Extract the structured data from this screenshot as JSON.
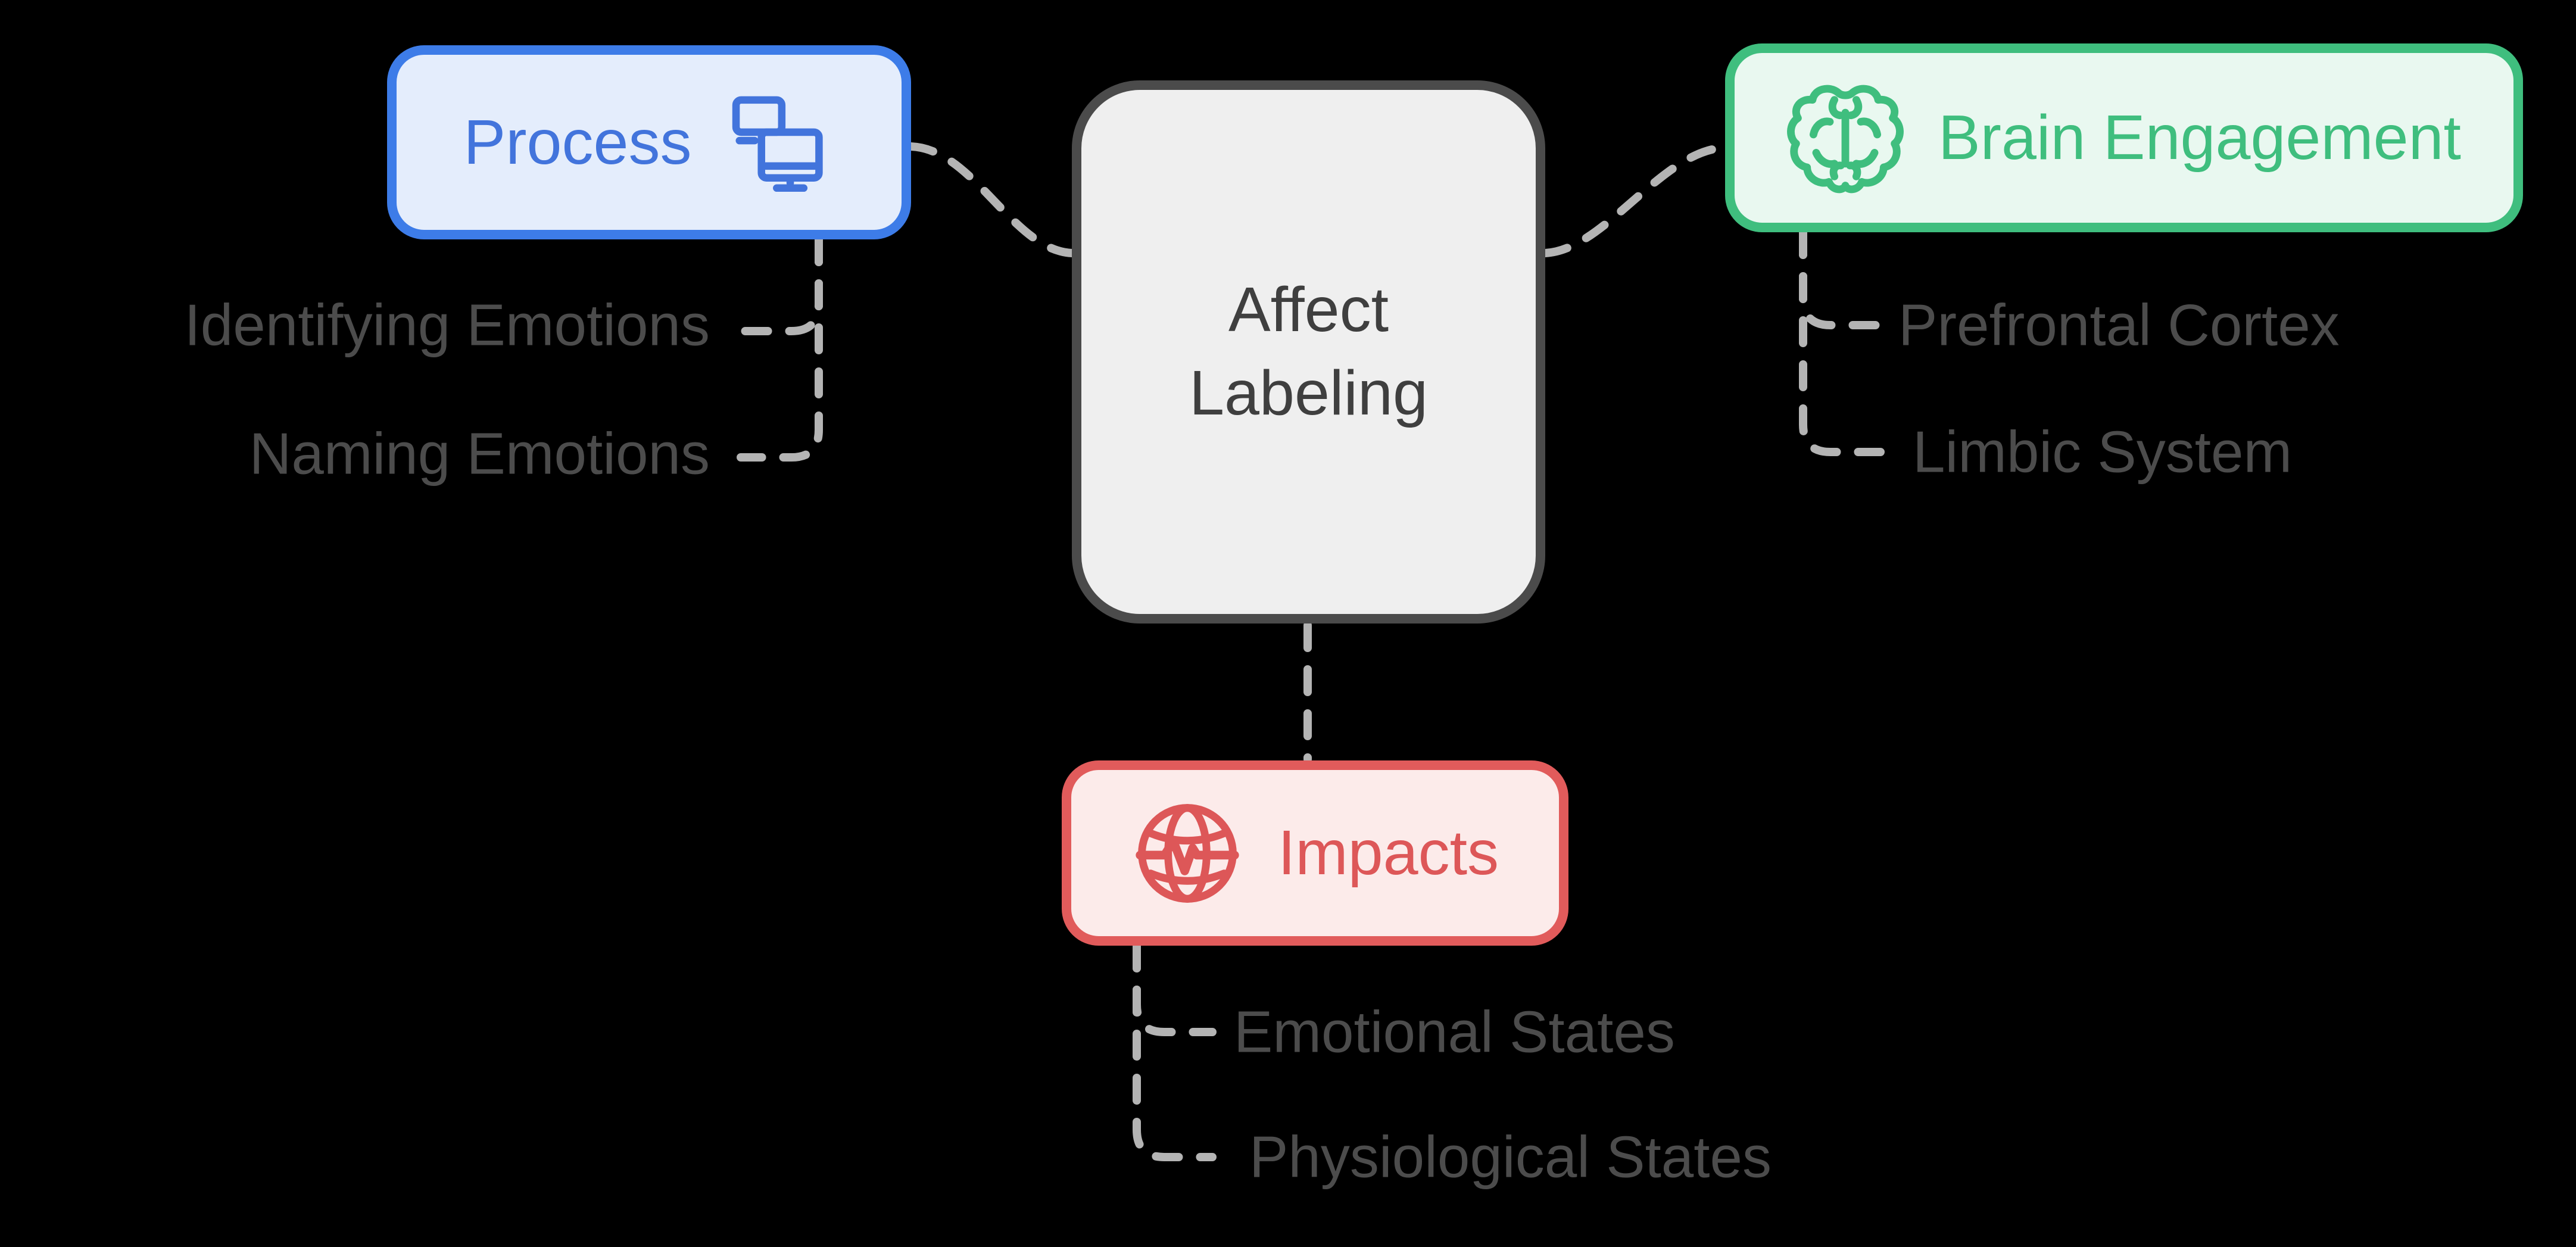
{
  "mindmap": {
    "root": {
      "label": "Affect Labeling"
    },
    "topics": [
      {
        "label": "Process",
        "icon": "devices-icon",
        "accent": "blue",
        "children": [
          "Identifying Emotions",
          "Naming Emotions"
        ]
      },
      {
        "label": "Brain Engagement",
        "icon": "brain-icon",
        "accent": "green",
        "children": [
          "Prefrontal Cortex",
          "Limbic System"
        ]
      },
      {
        "label": "Impacts",
        "icon": "globe-pulse-icon",
        "accent": "red",
        "children": [
          "Emotional States",
          "Physiological States"
        ]
      }
    ]
  },
  "colors": {
    "background": "#000000",
    "connector": "#b4b4b4",
    "branch_text": "#4c4c4c",
    "center_fill": "#efefef",
    "center_border": "#4b4b4b",
    "center_text": "#3f3f3f",
    "blue_fill": "#e4edfc",
    "blue_border": "#3d7ce8",
    "blue_text": "#4274dc",
    "green_fill": "#e9f8f0",
    "green_border": "#3fbe7e",
    "green_text": "#3fbe7e",
    "red_fill": "#fcebea",
    "red_border": "#e15b5b",
    "red_text": "#dd5758"
  }
}
